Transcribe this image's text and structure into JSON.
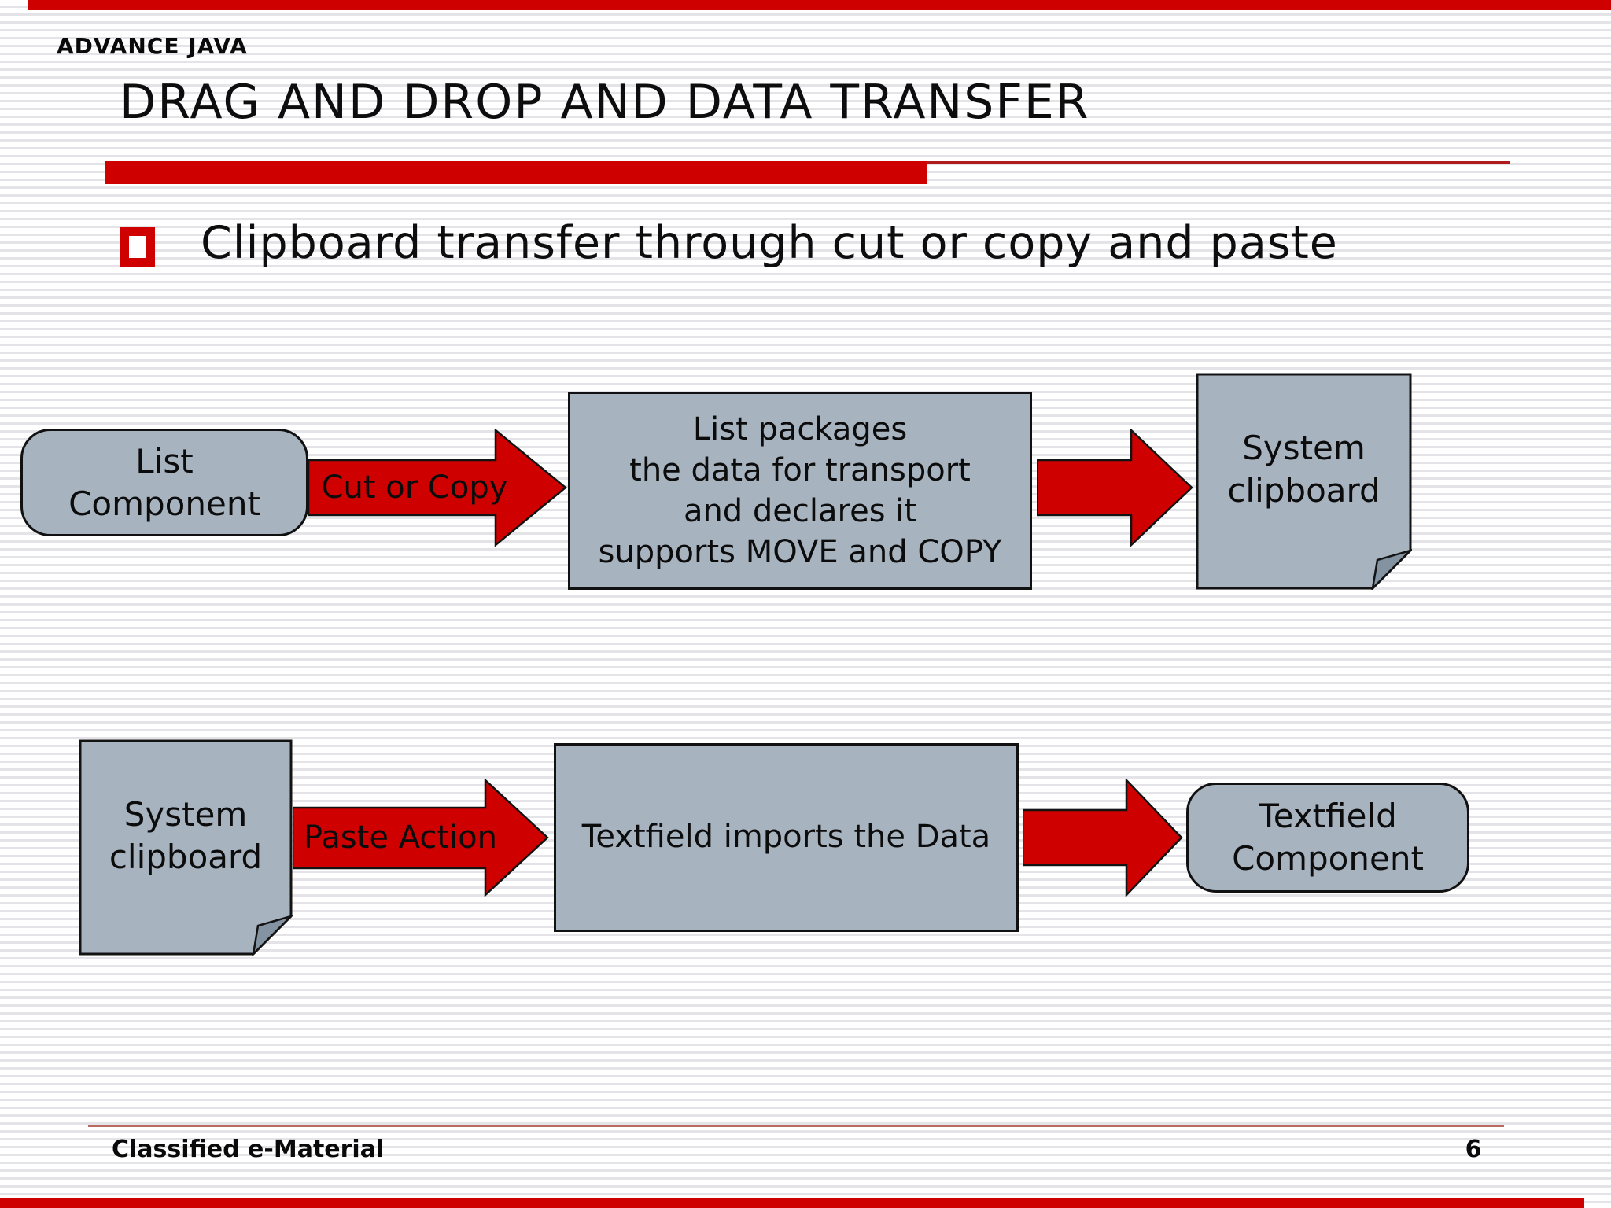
{
  "slide": {
    "eyebrow": "ADVANCE JAVA",
    "title": "DRAG AND DROP AND DATA TRANSFER",
    "bullet_text": "Clipboard transfer through cut or copy and paste",
    "footer_left": "Classified e-Material",
    "page_number": "6"
  },
  "colors": {
    "accent_red": "#CE0000",
    "thin_rule_red": "#B01C1C",
    "footer_rule_salmon": "#BA6A60",
    "box_fill_gray_blue": "#A8B3C0",
    "fold_flap_gray": "#8493A1",
    "stripe_gray": "#E3E3E8"
  },
  "diagram": {
    "row1": {
      "source_label": "List\nComponent",
      "arrow1_label": "Cut or Copy",
      "process_label": "List packages\nthe data for transport\nand declares it\nsupports MOVE and COPY",
      "target_label": "System\nclipboard"
    },
    "row2": {
      "source_label": "System\nclipboard",
      "arrow1_label": "Paste Action",
      "process_label": "Textfield imports the Data",
      "target_label": "Textfield\nComponent"
    }
  }
}
